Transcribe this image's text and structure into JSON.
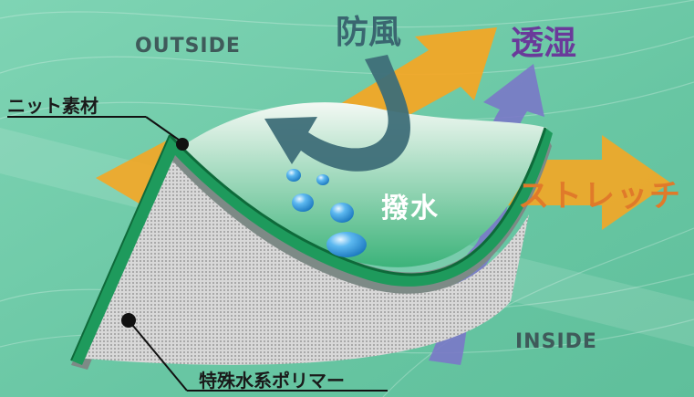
{
  "labels": {
    "outside": "OUTSIDE",
    "inside": "INSIDE",
    "windproof": "防風",
    "breathable": "透湿",
    "stretch": "ストレッチ",
    "water_repellent": "撥水",
    "knit_material": "ニット素材",
    "polymer": "特殊水系ポリマー"
  },
  "colors": {
    "background": "#6fc9a8",
    "outside_inside_text": "#3f5a5a",
    "windproof_text": "#3a6670",
    "breathable_text": "#6a3a9a",
    "stretch_text": "#e07a2a",
    "water_repellent_text": "#ffffff",
    "callout_text": "#1a1a1a",
    "green_layer": "#1e9a5c",
    "stretch_arrow": "#f5a623",
    "wind_arrow": "#3e6e78",
    "breath_arrow": "#7a78c8",
    "water_drop": "#2c8fd6"
  },
  "icons": {
    "wind": "curved-arrow-icon",
    "breath": "upward-arrow-icon",
    "stretch": "double-arrow-icon",
    "water": "water-drop-icon"
  }
}
